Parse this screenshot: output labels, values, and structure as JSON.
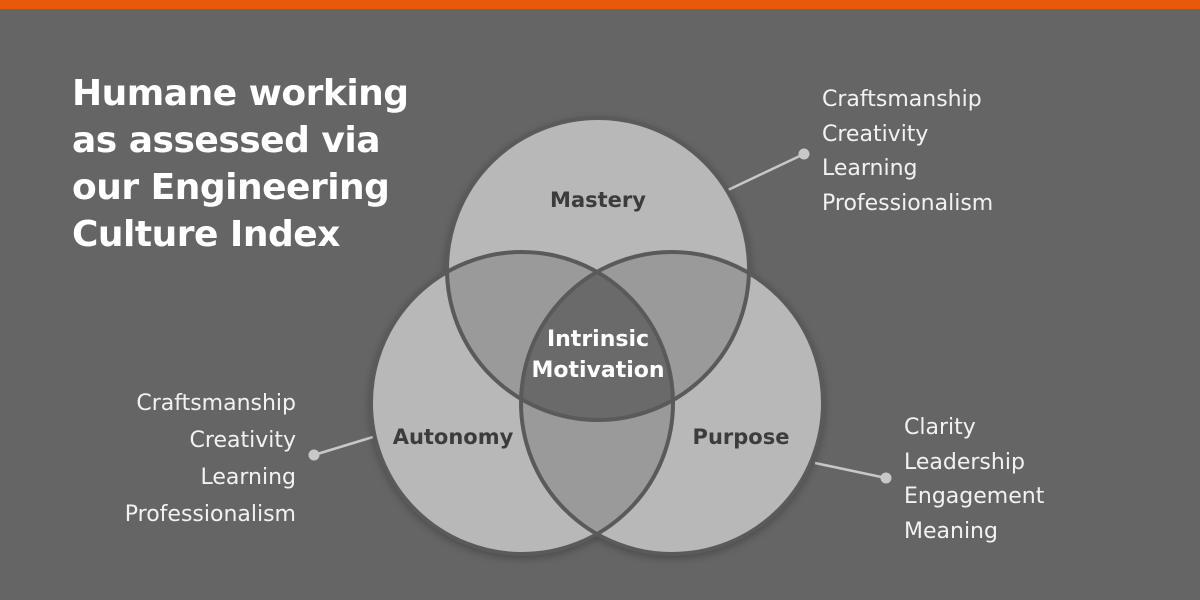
{
  "title_lines": [
    "Humane working",
    "as assessed via",
    "our Engineering",
    "Culture Index"
  ],
  "diagram": {
    "center_label_lines": [
      "Intrinsic",
      "Motivation"
    ],
    "circles": [
      {
        "label": "Mastery",
        "items": [
          "Craftsmanship",
          "Creativity",
          "Learning",
          "Professionalism"
        ]
      },
      {
        "label": "Autonomy",
        "items": [
          "Craftsmanship",
          "Creativity",
          "Learning",
          "Professionalism"
        ]
      },
      {
        "label": "Purpose",
        "items": [
          "Clarity",
          "Leadership",
          "Engagement",
          "Meaning"
        ]
      }
    ]
  },
  "colors": {
    "background": "#656565",
    "accent_bar": "#e8590c",
    "circle_fill": "#b8b8b8",
    "overlap_fill": "#9a9a9a",
    "center_fill": "#6a6a6a",
    "outline": "#5a5a5a",
    "connector": "#c8c8c8"
  }
}
